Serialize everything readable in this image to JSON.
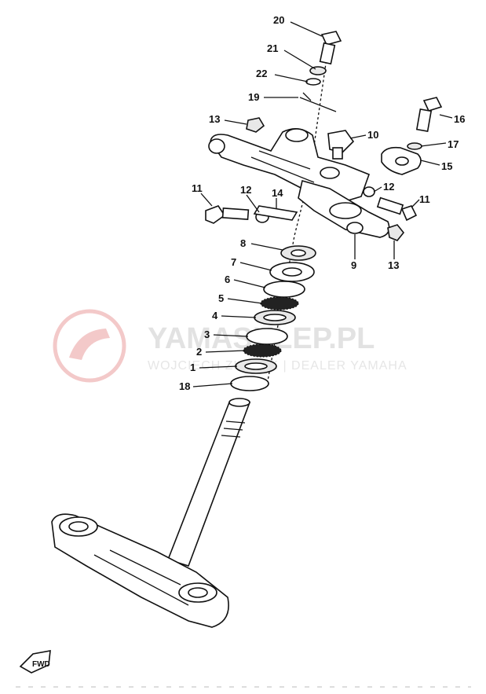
{
  "watermark": {
    "title": "YAMASKLEP.PL",
    "subtitle": "WOJCIECH ZŁOTEK | DEALER YAMAHA"
  },
  "fwd_badge": "FWD",
  "callouts": [
    {
      "id": "c20",
      "label": "20"
    },
    {
      "id": "c21",
      "label": "21"
    },
    {
      "id": "c22",
      "label": "22"
    },
    {
      "id": "c19",
      "label": "19"
    },
    {
      "id": "c13a",
      "label": "13"
    },
    {
      "id": "c10",
      "label": "10"
    },
    {
      "id": "c16",
      "label": "16"
    },
    {
      "id": "c17",
      "label": "17"
    },
    {
      "id": "c15",
      "label": "15"
    },
    {
      "id": "c11a",
      "label": "11"
    },
    {
      "id": "c12a",
      "label": "12"
    },
    {
      "id": "c14",
      "label": "14"
    },
    {
      "id": "c12b",
      "label": "12"
    },
    {
      "id": "c11b",
      "label": "11"
    },
    {
      "id": "c8",
      "label": "8"
    },
    {
      "id": "c9",
      "label": "9"
    },
    {
      "id": "c13b",
      "label": "13"
    },
    {
      "id": "c7",
      "label": "7"
    },
    {
      "id": "c6",
      "label": "6"
    },
    {
      "id": "c5",
      "label": "5"
    },
    {
      "id": "c4",
      "label": "4"
    },
    {
      "id": "c3",
      "label": "3"
    },
    {
      "id": "c2",
      "label": "2"
    },
    {
      "id": "c1",
      "label": "1"
    },
    {
      "id": "c18",
      "label": "18"
    }
  ]
}
